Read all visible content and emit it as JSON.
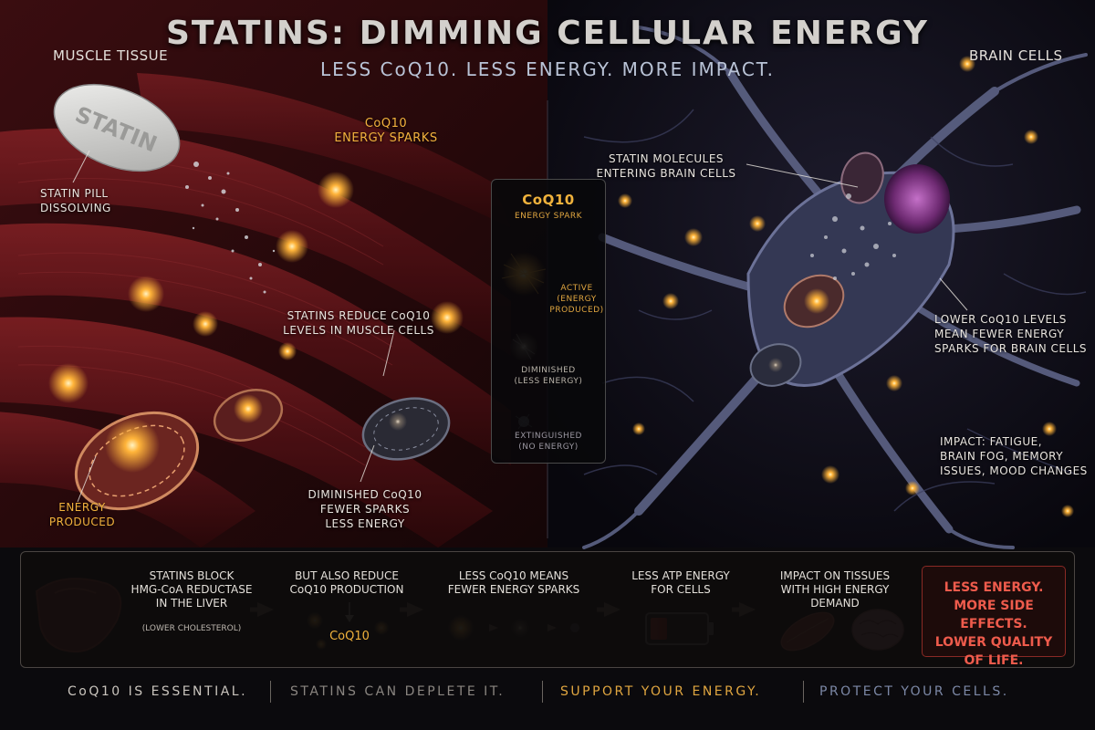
{
  "header": {
    "title": "STATINS: DIMMING CELLULAR ENERGY",
    "subtitle": "LESS CoQ10. LESS ENERGY. MORE IMPACT."
  },
  "left_panel": {
    "title": "MUSCLE TISSUE",
    "pill_text": "STATIN",
    "labels": {
      "pill": [
        "STATIN PILL",
        "DISSOLVING"
      ],
      "sparks": [
        "CoQ10",
        "ENERGY SPARKS"
      ],
      "reduce": [
        "STATINS REDUCE CoQ10",
        "LEVELS IN MUSCLE CELLS"
      ],
      "energy": [
        "ENERGY",
        "PRODUCED"
      ],
      "diminished": [
        "DIMINISHED CoQ10",
        "FEWER SPARKS",
        "LESS ENERGY"
      ]
    }
  },
  "spark_legend": {
    "title": "CoQ10",
    "subtitle": "ENERGY SPARK",
    "states": [
      {
        "label": [
          "ACTIVE",
          "(ENERGY",
          "PRODUCED)"
        ]
      },
      {
        "label": [
          "DIMINISHED",
          "(LESS ENERGY)"
        ]
      },
      {
        "label": [
          "EXTINGUISHED",
          "(NO ENERGY)"
        ]
      }
    ]
  },
  "right_panel": {
    "title": "BRAIN CELLS",
    "labels": {
      "entering": [
        "STATIN MOLECULES",
        "ENTERING BRAIN CELLS"
      ],
      "lower": [
        "LOWER CoQ10 LEVELS",
        "MEAN FEWER ENERGY",
        "SPARKS FOR BRAIN CELLS"
      ],
      "impact": [
        "IMPACT: FATIGUE,",
        "BRAIN FOG, MEMORY",
        "ISSUES, MOOD CHANGES"
      ]
    }
  },
  "flow": {
    "steps": [
      {
        "text": [
          "STATINS BLOCK",
          "HMG-CoA REDUCTASE",
          "IN THE LIVER"
        ],
        "note": "(LOWER CHOLESTEROL)"
      },
      {
        "text": [
          "BUT ALSO REDUCE",
          "CoQ10 PRODUCTION"
        ],
        "note": "CoQ10"
      },
      {
        "text": [
          "LESS CoQ10 MEANS",
          "FEWER ENERGY SPARKS"
        ]
      },
      {
        "text": [
          "LESS ATP ENERGY",
          "FOR CELLS"
        ]
      },
      {
        "text": [
          "IMPACT ON TISSUES",
          "WITH HIGH ENERGY",
          "DEMAND"
        ]
      }
    ],
    "callout": [
      "LESS ENERGY.",
      "MORE SIDE EFFECTS.",
      "LOWER QUALITY",
      "OF LIFE."
    ]
  },
  "footer": [
    {
      "text": "CoQ10 IS ESSENTIAL.",
      "color": "#c9c4bd"
    },
    {
      "text": "STATINS CAN DEPLETE IT.",
      "color": "#8a8580"
    },
    {
      "text": "SUPPORT YOUR ENERGY.",
      "color": "#e0a640"
    },
    {
      "text": "PROTECT YOUR CELLS.",
      "color": "#7c88a6"
    }
  ],
  "colors": {
    "muscle": "#5a1418",
    "brain_bg": "#0d0c16",
    "spark": "#ffb43a",
    "accent_red": "#ee5b4c",
    "neuron": "#5d6386"
  }
}
